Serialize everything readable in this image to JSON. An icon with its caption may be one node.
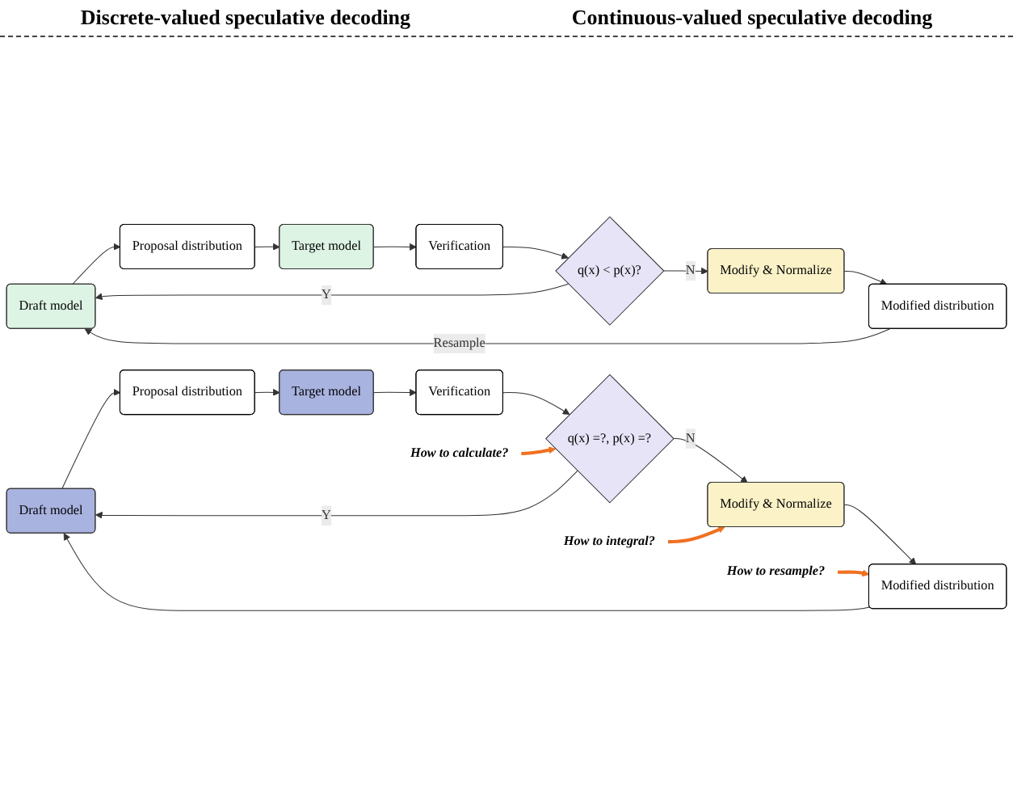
{
  "diagram": {
    "nodes": [
      {
        "text": [
          "Draft model"
        ]
      },
      {
        "text": [
          "Proposal distribution"
        ]
      },
      {
        "text": [
          "Target model"
        ]
      },
      {
        "text": [
          "Verification"
        ]
      },
      {
        "text": [
          "q(x) < p(x)?"
        ]
      },
      {
        "text": [
          "Modify & Normalize"
        ]
      },
      {
        "text": [
          "Modified distribution"
        ]
      },
      {
        "text": [
          "Draft model"
        ]
      },
      {
        "text": [
          "Proposal distribution"
        ]
      },
      {
        "text": [
          "Target model"
        ]
      },
      {
        "text": [
          "Verification"
        ]
      },
      {
        "text": [
          "q(x) =?, p(x) =?"
        ]
      },
      {
        "text": [
          "Modify & Normalize"
        ]
      },
      {
        "text": [
          "Modified distribution"
        ]
      },
      {
        "text": [
          "How to calculate?"
        ]
      },
      {
        "text": [
          "How to resample?"
        ]
      },
      {
        "text": [
          "How to integral?"
        ]
      }
    ],
    "edges": [
      {
        "from": 0,
        "to": 1,
        "arrow": "to"
      },
      {
        "from": 1,
        "to": 2,
        "arrow": "to"
      },
      {
        "from": 2,
        "to": 3,
        "arrow": "to"
      },
      {
        "from": 3,
        "to": 4,
        "arrow": "to"
      },
      {
        "from": 4,
        "to": 0,
        "arrow": "to",
        "label": "Y"
      },
      {
        "from": 4,
        "to": 5,
        "arrow": "to",
        "label": "N"
      },
      {
        "from": 5,
        "to": 6,
        "arrow": "to"
      },
      {
        "from": 6,
        "to": 0,
        "arrow": "to",
        "label": "Resample"
      },
      {
        "from": 7,
        "to": 8,
        "arrow": "to"
      },
      {
        "from": 8,
        "to": 9,
        "arrow": "to"
      },
      {
        "from": 9,
        "to": 10,
        "arrow": "to"
      },
      {
        "from": 10,
        "to": 11,
        "arrow": "to"
      },
      {
        "from": 11,
        "to": 7,
        "arrow": "to",
        "label": "Y"
      },
      {
        "from": 11,
        "to": 12,
        "arrow": "to",
        "label": "N"
      },
      {
        "from": 12,
        "to": 13,
        "arrow": "to"
      },
      {
        "from": 13,
        "to": 7,
        "arrow": "to"
      },
      {
        "from": 14,
        "to": 11,
        "arrow": "to",
        "style": "thick",
        "color": "#f07020"
      },
      {
        "from": 15,
        "to": 13,
        "arrow": "to",
        "style": "thick",
        "color": "#f07020"
      },
      {
        "from": 16,
        "to": 12,
        "arrow": "to",
        "style": "thick",
        "color": "#f07020"
      }
    ],
    "labels": [
      "Discrete-valued speculative decoding",
      "Continuous-valued speculative decoding"
    ]
  }
}
